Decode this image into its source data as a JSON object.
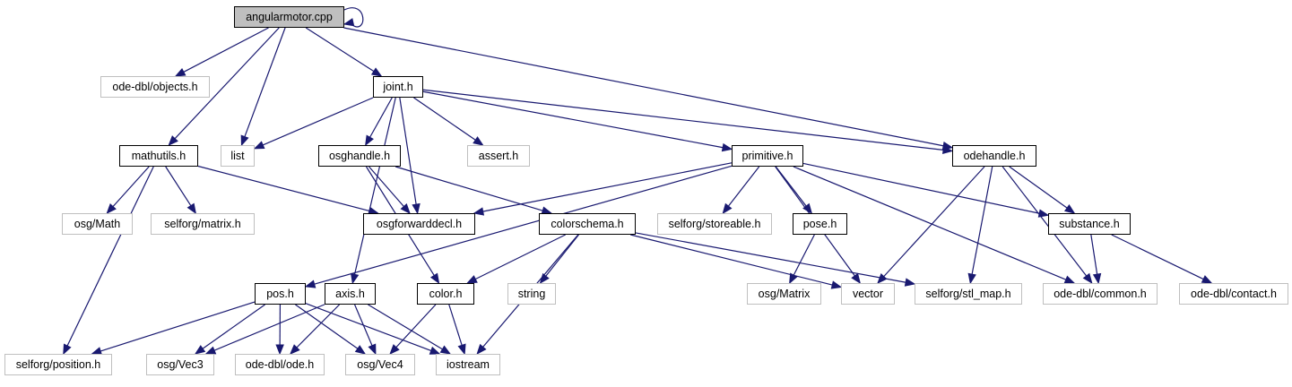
{
  "graph": {
    "colors": {
      "edge": "#191970",
      "node_border": "#000000",
      "external_border": "#bfbfbf",
      "root_fill": "#bfbfbf"
    },
    "nodes": [
      {
        "id": "angularmotor_cpp",
        "label": "angularmotor.cpp",
        "kind": "root"
      },
      {
        "id": "ode_objects",
        "label": "ode-dbl/objects.h",
        "kind": "external"
      },
      {
        "id": "joint_h",
        "label": "joint.h",
        "kind": "header"
      },
      {
        "id": "mathutils_h",
        "label": "mathutils.h",
        "kind": "header"
      },
      {
        "id": "list",
        "label": "list",
        "kind": "external"
      },
      {
        "id": "osghandle_h",
        "label": "osghandle.h",
        "kind": "header"
      },
      {
        "id": "assert_h",
        "label": "assert.h",
        "kind": "external"
      },
      {
        "id": "primitive_h",
        "label": "primitive.h",
        "kind": "header"
      },
      {
        "id": "odehandle_h",
        "label": "odehandle.h",
        "kind": "header"
      },
      {
        "id": "osg_math",
        "label": "osg/Math",
        "kind": "external"
      },
      {
        "id": "selforg_matrix",
        "label": "selforg/matrix.h",
        "kind": "external"
      },
      {
        "id": "osgforwarddecl_h",
        "label": "osgforwarddecl.h",
        "kind": "header"
      },
      {
        "id": "colorschema_h",
        "label": "colorschema.h",
        "kind": "header"
      },
      {
        "id": "selforg_storeable",
        "label": "selforg/storeable.h",
        "kind": "external"
      },
      {
        "id": "pose_h",
        "label": "pose.h",
        "kind": "header"
      },
      {
        "id": "substance_h",
        "label": "substance.h",
        "kind": "header"
      },
      {
        "id": "pos_h",
        "label": "pos.h",
        "kind": "header"
      },
      {
        "id": "axis_h",
        "label": "axis.h",
        "kind": "header"
      },
      {
        "id": "color_h",
        "label": "color.h",
        "kind": "header"
      },
      {
        "id": "string",
        "label": "string",
        "kind": "external"
      },
      {
        "id": "osg_matrix",
        "label": "osg/Matrix",
        "kind": "external"
      },
      {
        "id": "vector",
        "label": "vector",
        "kind": "external"
      },
      {
        "id": "selforg_stl_map",
        "label": "selforg/stl_map.h",
        "kind": "external"
      },
      {
        "id": "ode_common",
        "label": "ode-dbl/common.h",
        "kind": "external"
      },
      {
        "id": "ode_contact",
        "label": "ode-dbl/contact.h",
        "kind": "external"
      },
      {
        "id": "selforg_position",
        "label": "selforg/position.h",
        "kind": "external"
      },
      {
        "id": "osg_vec3",
        "label": "osg/Vec3",
        "kind": "external"
      },
      {
        "id": "ode_ode",
        "label": "ode-dbl/ode.h",
        "kind": "external"
      },
      {
        "id": "osg_vec4",
        "label": "osg/Vec4",
        "kind": "external"
      },
      {
        "id": "iostream",
        "label": "iostream",
        "kind": "external"
      }
    ],
    "edges": [
      [
        "angularmotor_cpp",
        "angularmotor_cpp"
      ],
      [
        "angularmotor_cpp",
        "ode_objects"
      ],
      [
        "angularmotor_cpp",
        "joint_h"
      ],
      [
        "angularmotor_cpp",
        "mathutils_h"
      ],
      [
        "angularmotor_cpp",
        "list"
      ],
      [
        "angularmotor_cpp",
        "odehandle_h"
      ],
      [
        "joint_h",
        "list"
      ],
      [
        "joint_h",
        "osghandle_h"
      ],
      [
        "joint_h",
        "osgforwarddecl_h"
      ],
      [
        "joint_h",
        "assert_h"
      ],
      [
        "joint_h",
        "primitive_h"
      ],
      [
        "joint_h",
        "odehandle_h"
      ],
      [
        "joint_h",
        "axis_h"
      ],
      [
        "mathutils_h",
        "selforg_position"
      ],
      [
        "mathutils_h",
        "osg_math"
      ],
      [
        "mathutils_h",
        "selforg_matrix"
      ],
      [
        "mathutils_h",
        "osgforwarddecl_h"
      ],
      [
        "osghandle_h",
        "osgforwarddecl_h"
      ],
      [
        "osghandle_h",
        "colorschema_h"
      ],
      [
        "osghandle_h",
        "color_h"
      ],
      [
        "primitive_h",
        "osgforwarddecl_h"
      ],
      [
        "primitive_h",
        "pos_h"
      ],
      [
        "primitive_h",
        "selforg_storeable"
      ],
      [
        "primitive_h",
        "pose_h"
      ],
      [
        "primitive_h",
        "vector"
      ],
      [
        "primitive_h",
        "substance_h"
      ],
      [
        "primitive_h",
        "ode_common"
      ],
      [
        "odehandle_h",
        "vector"
      ],
      [
        "odehandle_h",
        "selforg_stl_map"
      ],
      [
        "odehandle_h",
        "substance_h"
      ],
      [
        "odehandle_h",
        "ode_common"
      ],
      [
        "colorschema_h",
        "color_h"
      ],
      [
        "colorschema_h",
        "string"
      ],
      [
        "colorschema_h",
        "iostream"
      ],
      [
        "colorschema_h",
        "selforg_stl_map"
      ],
      [
        "colorschema_h",
        "vector"
      ],
      [
        "pose_h",
        "osg_matrix"
      ],
      [
        "substance_h",
        "ode_common"
      ],
      [
        "substance_h",
        "ode_contact"
      ],
      [
        "pos_h",
        "selforg_position"
      ],
      [
        "pos_h",
        "osg_vec3"
      ],
      [
        "pos_h",
        "ode_ode"
      ],
      [
        "pos_h",
        "osg_vec4"
      ],
      [
        "pos_h",
        "iostream"
      ],
      [
        "axis_h",
        "osg_vec3"
      ],
      [
        "axis_h",
        "ode_ode"
      ],
      [
        "axis_h",
        "osg_vec4"
      ],
      [
        "axis_h",
        "iostream"
      ],
      [
        "color_h",
        "osg_vec4"
      ],
      [
        "color_h",
        "iostream"
      ]
    ]
  }
}
